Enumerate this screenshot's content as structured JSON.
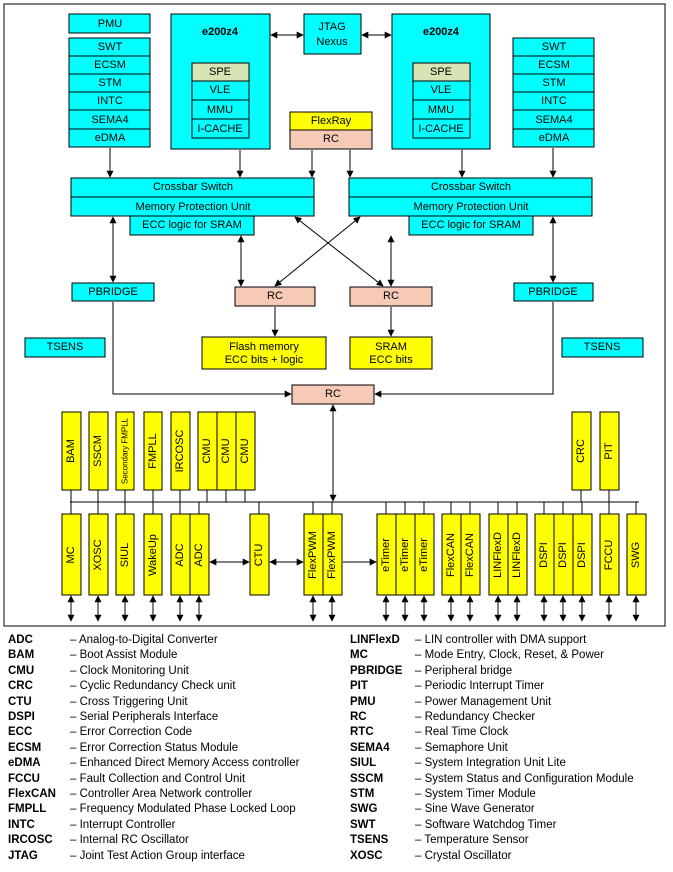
{
  "blocks": {
    "pmu": "PMU",
    "left_stack": [
      "SWT",
      "ECSM",
      "STM",
      "INTC",
      "SEMA4",
      "eDMA"
    ],
    "right_stack": [
      "SWT",
      "ECSM",
      "STM",
      "INTC",
      "SEMA4",
      "eDMA"
    ],
    "core_left": {
      "title": "e200z4",
      "items": [
        "SPE",
        "VLE",
        "MMU",
        "I-CACHE"
      ]
    },
    "core_right": {
      "title": "e200z4",
      "items": [
        "SPE",
        "VLE",
        "MMU",
        "I-CACHE"
      ]
    },
    "jtag": [
      "JTAG",
      "Nexus"
    ],
    "flexray": "FlexRay",
    "rc": "RC",
    "crossbar": "Crossbar Switch",
    "mpu": "Memory Protection Unit",
    "ecc_sram": "ECC logic for SRAM",
    "pbridge": "PBRIDGE",
    "tsens": "TSENS",
    "flash": [
      "Flash memory",
      "ECC bits + logic"
    ],
    "sram": [
      "SRAM",
      "ECC bits"
    ],
    "upper_periph": [
      "BAM",
      "SSCM",
      "Secondary FMPLL",
      "FMPLL",
      "IRCOSC",
      "CMU",
      "CMU",
      "CMU",
      "CRC",
      "PIT"
    ],
    "lower_periph": [
      "MC",
      "XOSC",
      "SIUL",
      "WakeUp",
      "ADC",
      "ADC",
      "CTU",
      "FlexPWM",
      "FlexPWM",
      "eTimer",
      "eTimer",
      "eTimer",
      "FlexCAN",
      "FlexCAN",
      "LINFlexD",
      "LINFlexD",
      "DSPI",
      "DSPI",
      "DSPI",
      "FCCU",
      "SWG"
    ]
  },
  "legend": {
    "left": [
      {
        "abbr": "ADC",
        "desc": "– Analog-to-Digital Converter"
      },
      {
        "abbr": "BAM",
        "desc": "– Boot Assist Module"
      },
      {
        "abbr": "CMU",
        "desc": "– Clock Monitoring Unit"
      },
      {
        "abbr": "CRC",
        "desc": "– Cyclic Redundancy Check unit"
      },
      {
        "abbr": "CTU",
        "desc": "– Cross Triggering Unit"
      },
      {
        "abbr": "DSPI",
        "desc": "– Serial Peripherals Interface"
      },
      {
        "abbr": "ECC",
        "desc": "– Error Correction Code"
      },
      {
        "abbr": "ECSM",
        "desc": "– Error Correction Status Module"
      },
      {
        "abbr": "eDMA",
        "desc": "– Enhanced Direct Memory Access controller"
      },
      {
        "abbr": "FCCU",
        "desc": "– Fault Collection and Control Unit"
      },
      {
        "abbr": "FlexCAN",
        "desc": "– Controller Area Network controller"
      },
      {
        "abbr": "FMPLL",
        "desc": "– Frequency Modulated Phase Locked Loop"
      },
      {
        "abbr": "INTC",
        "desc": "– Interrupt Controller"
      },
      {
        "abbr": "IRCOSC",
        "desc": "– Internal RC Oscillator"
      },
      {
        "abbr": "JTAG",
        "desc": "– Joint Test Action Group interface"
      }
    ],
    "right": [
      {
        "abbr": "LINFlexD",
        "desc": "– LIN controller with DMA support"
      },
      {
        "abbr": "MC",
        "desc": "– Mode Entry, Clock, Reset, & Power"
      },
      {
        "abbr": "PBRIDGE",
        "desc": "– Peripheral bridge"
      },
      {
        "abbr": "PIT",
        "desc": "– Periodic Interrupt Timer"
      },
      {
        "abbr": "PMU",
        "desc": "– Power Management Unit"
      },
      {
        "abbr": "RC",
        "desc": "– Redundancy Checker"
      },
      {
        "abbr": "RTC",
        "desc": "– Real Time Clock"
      },
      {
        "abbr": "SEMA4",
        "desc": "– Semaphore Unit"
      },
      {
        "abbr": "SIUL",
        "desc": "– System Integration Unit Lite"
      },
      {
        "abbr": "SSCM",
        "desc": "– System Status and Configuration Module"
      },
      {
        "abbr": "STM",
        "desc": "– System Timer Module"
      },
      {
        "abbr": "SWG",
        "desc": "– Sine Wave Generator"
      },
      {
        "abbr": "SWT",
        "desc": "– Software Watchdog Timer"
      },
      {
        "abbr": "TSENS",
        "desc": "– Temperature Sensor"
      },
      {
        "abbr": "XOSC",
        "desc": "– Crystal Oscillator"
      }
    ]
  }
}
